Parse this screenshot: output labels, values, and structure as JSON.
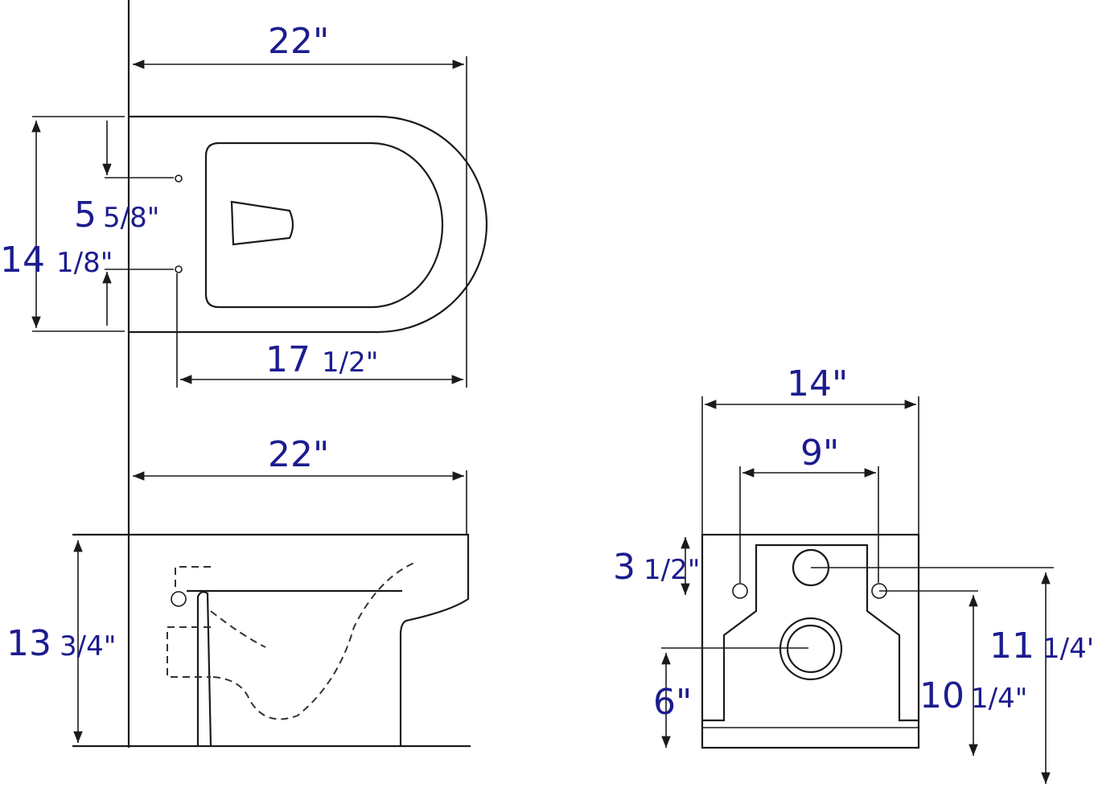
{
  "top_view": {
    "overall_length": "22\"",
    "hole_spacing_big": "5",
    "hole_spacing_frac": "5/8\"",
    "width_big": "14",
    "width_frac": "1/8\"",
    "hole_to_front_big": "17",
    "hole_to_front_frac": "1/2\""
  },
  "side_view": {
    "overall_length": "22\"",
    "height_big": "13",
    "height_frac": "3/4\""
  },
  "rear_view": {
    "width": "14\"",
    "bolt_spacing": "9\"",
    "top_offset_big": "3",
    "top_offset_frac": "1/2\"",
    "outlet_height": "6\"",
    "inlet_height_big": "11",
    "inlet_height_frac": "1/4\"",
    "bolt_height_big": "10",
    "bolt_height_frac": "1/4\""
  },
  "colors": {
    "line": "#1a1a1a",
    "label": "#1c1c8f"
  }
}
